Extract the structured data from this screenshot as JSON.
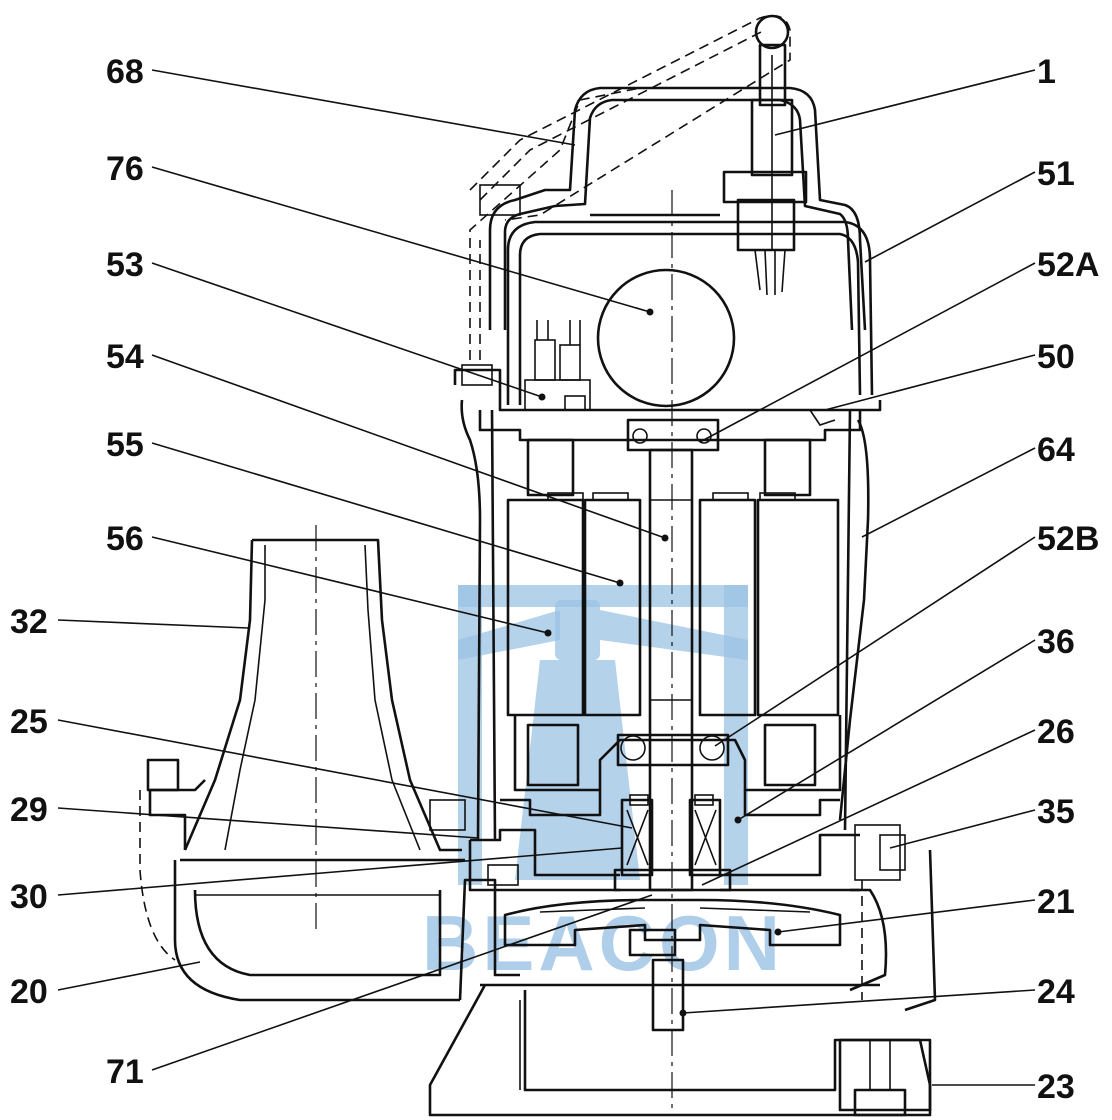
{
  "diagram": {
    "type": "exploded-cross-section",
    "watermark_text": "BEACON",
    "labels": [
      {
        "id": "68",
        "text": "68"
      },
      {
        "id": "1",
        "text": "1"
      },
      {
        "id": "76",
        "text": "76"
      },
      {
        "id": "51",
        "text": "51"
      },
      {
        "id": "53",
        "text": "53"
      },
      {
        "id": "52A",
        "text": "52A"
      },
      {
        "id": "54",
        "text": "54"
      },
      {
        "id": "50",
        "text": "50"
      },
      {
        "id": "55",
        "text": "55"
      },
      {
        "id": "64",
        "text": "64"
      },
      {
        "id": "56",
        "text": "56"
      },
      {
        "id": "52B",
        "text": "52B"
      },
      {
        "id": "32",
        "text": "32"
      },
      {
        "id": "36",
        "text": "36"
      },
      {
        "id": "25",
        "text": "25"
      },
      {
        "id": "26",
        "text": "26"
      },
      {
        "id": "29",
        "text": "29"
      },
      {
        "id": "35",
        "text": "35"
      },
      {
        "id": "30",
        "text": "30"
      },
      {
        "id": "21",
        "text": "21"
      },
      {
        "id": "20",
        "text": "20"
      },
      {
        "id": "24",
        "text": "24"
      },
      {
        "id": "71",
        "text": "71"
      },
      {
        "id": "23",
        "text": "23"
      }
    ],
    "colors": {
      "line": "#111111",
      "watermark": "#9cc3e4",
      "background": "#ffffff"
    }
  }
}
